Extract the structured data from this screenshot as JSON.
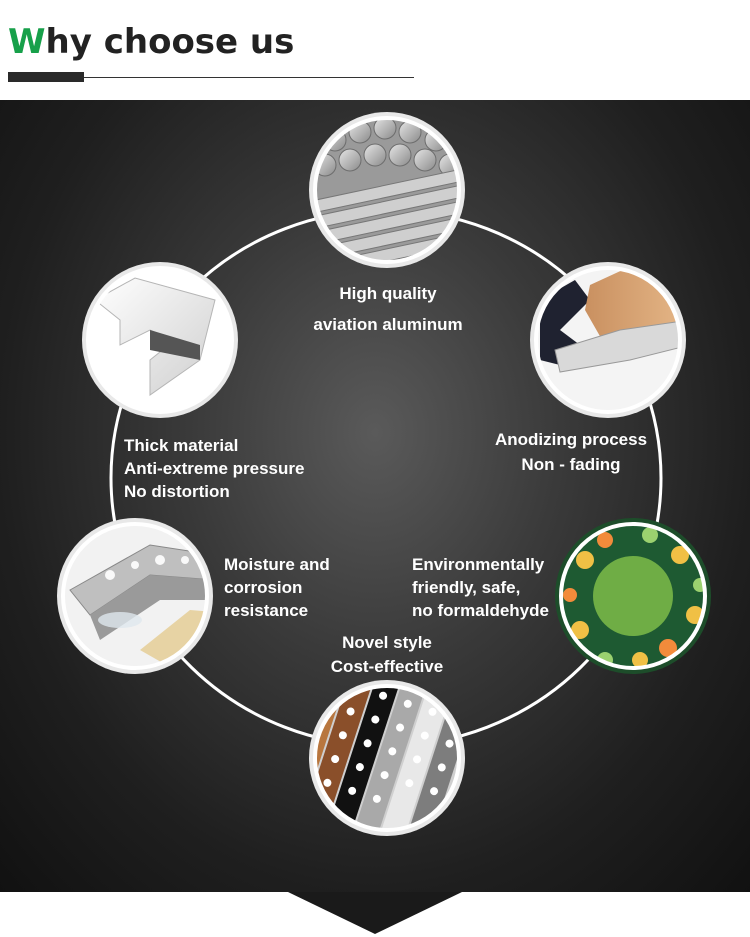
{
  "header": {
    "title_accent": "W",
    "title_rest": "hy choose us"
  },
  "features": [
    {
      "id": "aluminum",
      "lines": [
        "High quality",
        "aviation aluminum"
      ],
      "image": "aluminum-bars"
    },
    {
      "id": "anodizing",
      "lines": [
        "Anodizing process",
        "Non - fading"
      ],
      "image": "anodized-profiles"
    },
    {
      "id": "environment",
      "lines": [
        "Environmentally",
        "friendly,  safe,",
        "no formaldehyde"
      ],
      "image": "green-trees"
    },
    {
      "id": "novel",
      "lines": [
        "Novel style",
        "Cost-effective"
      ],
      "image": "perforated-trims"
    },
    {
      "id": "moisture",
      "lines": [
        "Moisture and",
        "corrosion",
        "resistance"
      ],
      "image": "tile-trims-water"
    },
    {
      "id": "thick",
      "lines": [
        "Thick material",
        "Anti-extreme pressure",
        "No distortion"
      ],
      "image": "square-profile"
    }
  ],
  "colors": {
    "accent": "#17a04a",
    "panel": "#1f1f1f",
    "ring": "#ffffff"
  }
}
